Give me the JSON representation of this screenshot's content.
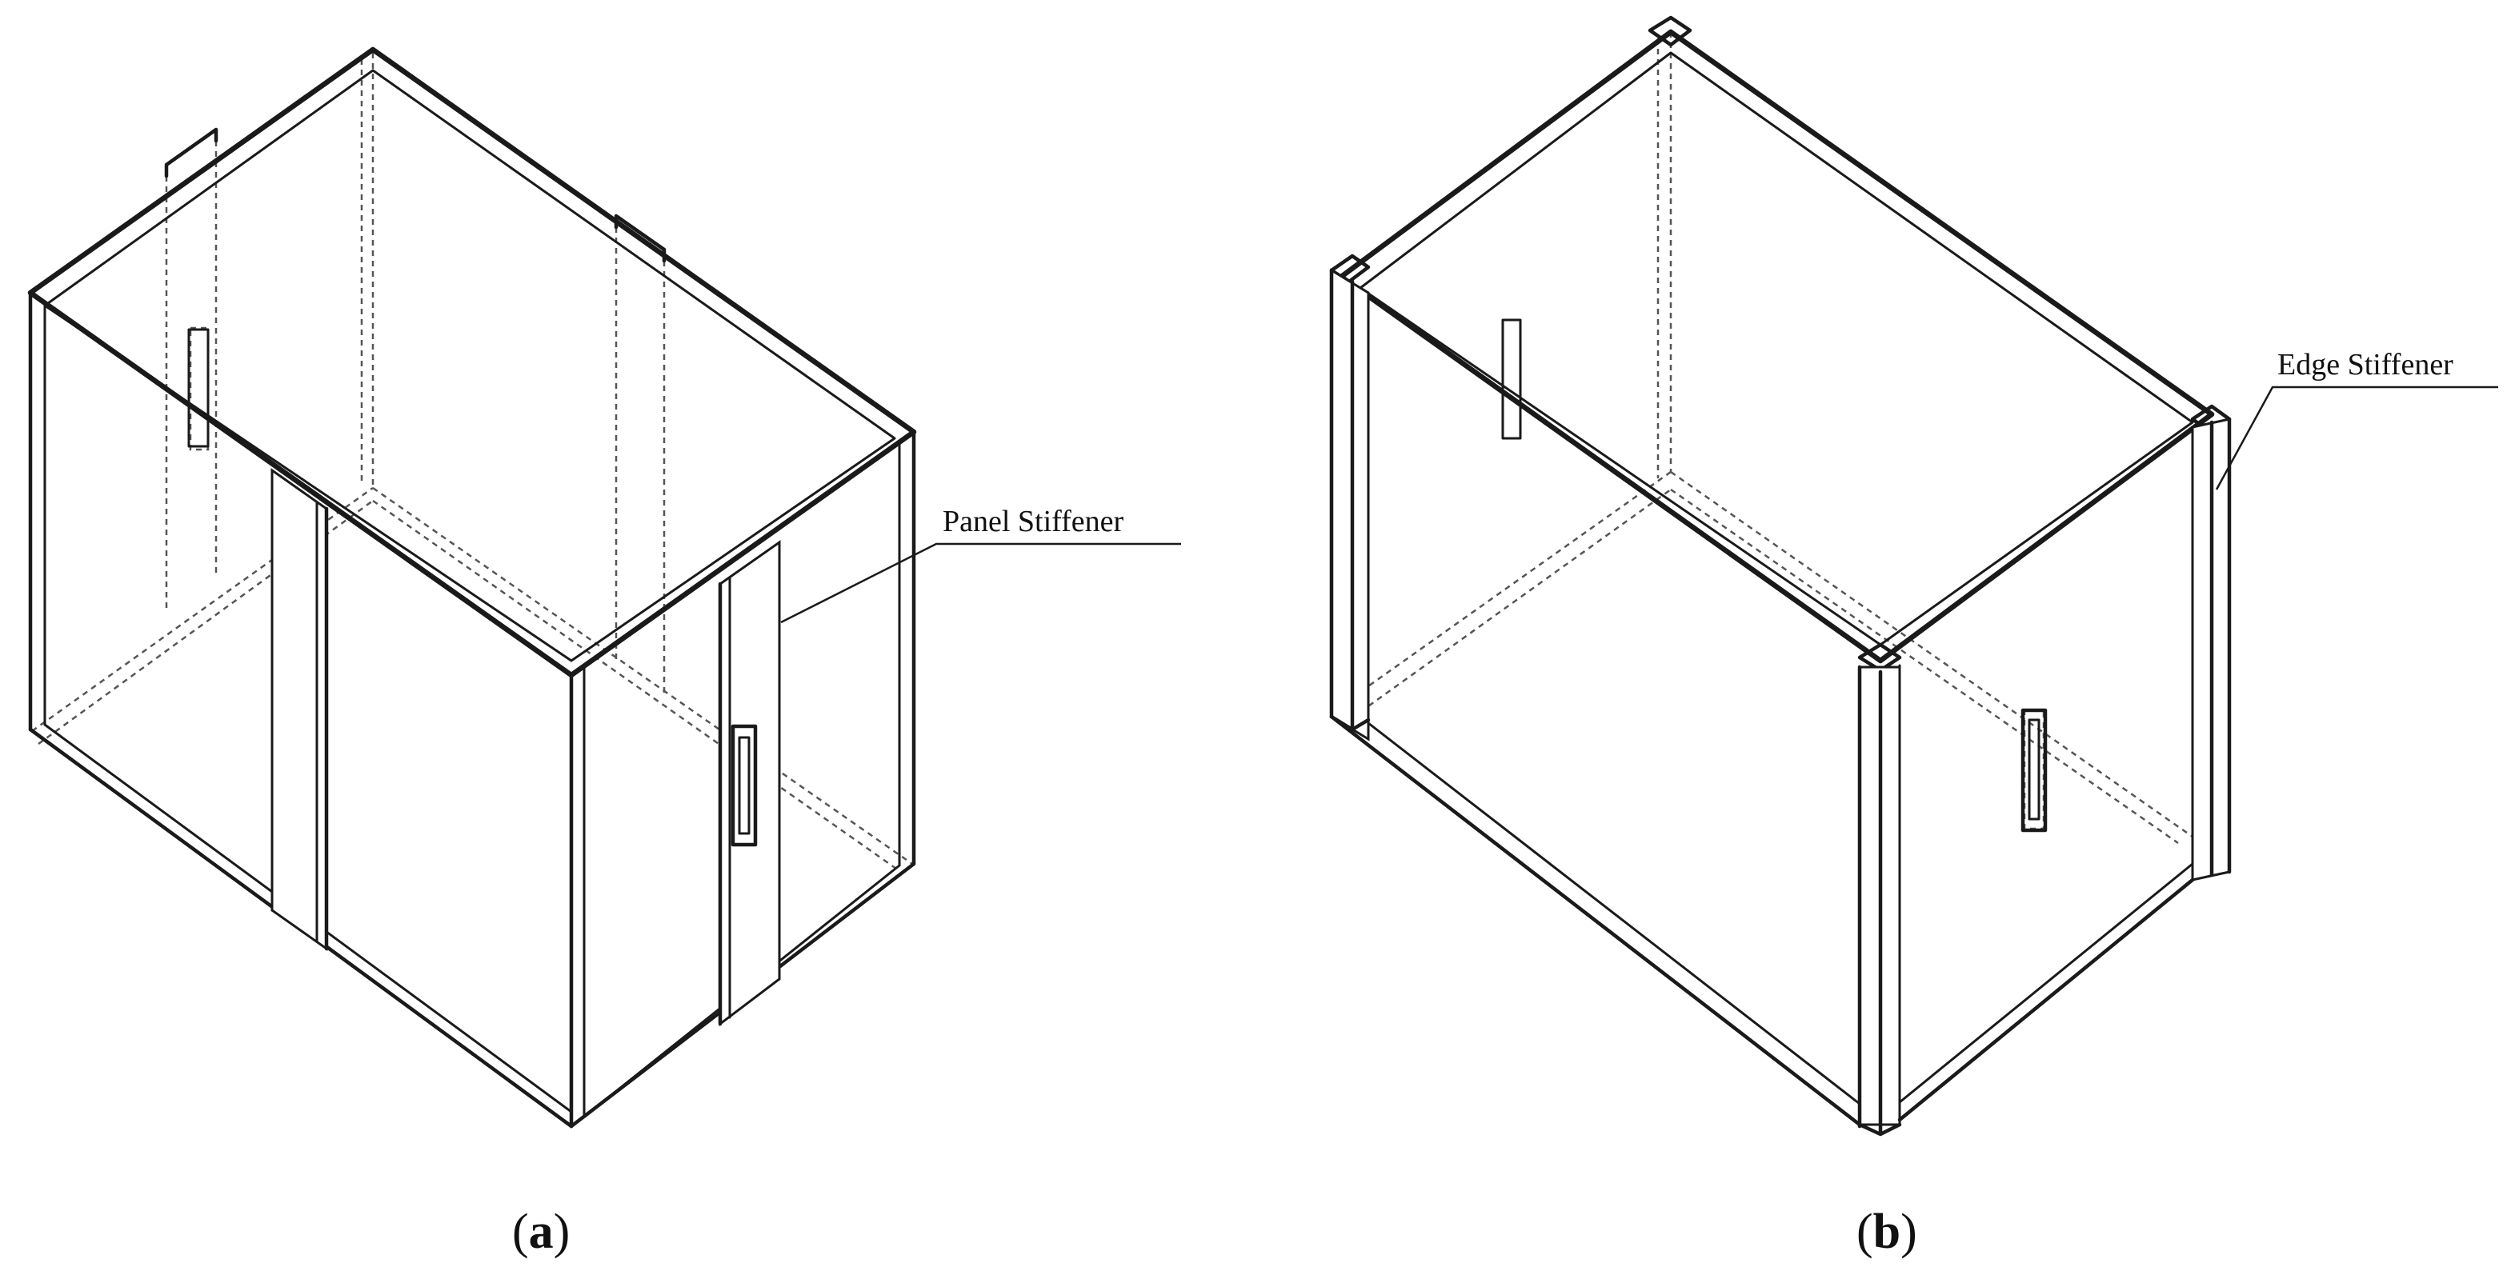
{
  "panels": [
    {
      "id": "a",
      "caption_open": "(",
      "caption_letter": "a",
      "caption_close": ")",
      "callout": "Panel Stiffener"
    },
    {
      "id": "b",
      "caption_open": "(",
      "caption_letter": "b",
      "caption_close": ")",
      "callout": "Edge Stiffener"
    }
  ],
  "colors": {
    "line": "#1a1a1a",
    "hidden_line": "#555555",
    "background": "#ffffff"
  }
}
